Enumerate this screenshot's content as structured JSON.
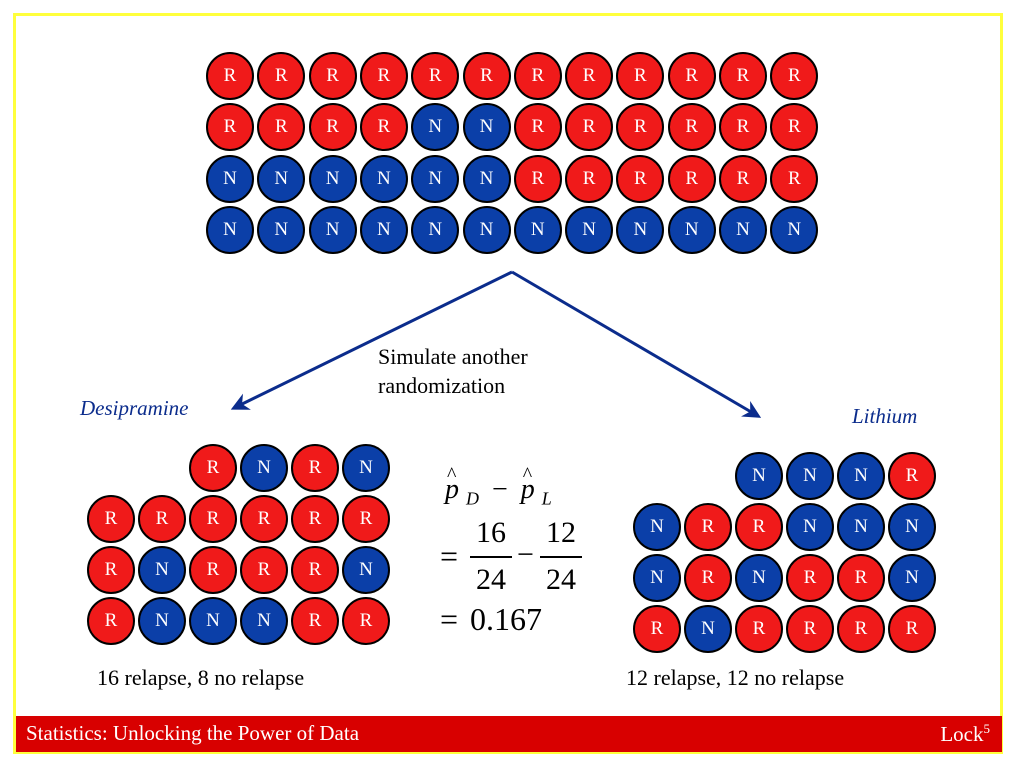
{
  "instruction": "Simulate another randomization",
  "instruction_lines": [
    "Simulate another",
    "randomization"
  ],
  "colors": {
    "relapse": "#f01a1a",
    "no_relapse": "#0b3fa8",
    "arrow": "#0b2c8c",
    "footer": "#d80000",
    "border": "#ffff3c"
  },
  "combined_grid": [
    [
      "R",
      "R",
      "R",
      "R",
      "R",
      "R",
      "R",
      "R",
      "R",
      "R",
      "R",
      "R"
    ],
    [
      "R",
      "R",
      "R",
      "R",
      "N",
      "N",
      "R",
      "R",
      "R",
      "R",
      "R",
      "R"
    ],
    [
      "N",
      "N",
      "N",
      "N",
      "N",
      "N",
      "R",
      "R",
      "R",
      "R",
      "R",
      "R"
    ],
    [
      "N",
      "N",
      "N",
      "N",
      "N",
      "N",
      "N",
      "N",
      "N",
      "N",
      "N",
      "N"
    ]
  ],
  "desipramine": {
    "title": "Desipramine",
    "grid": [
      [
        "",
        "",
        "R",
        "N",
        "R",
        "N"
      ],
      [
        "R",
        "R",
        "R",
        "R",
        "R",
        "R"
      ],
      [
        "R",
        "N",
        "R",
        "R",
        "R",
        "N"
      ],
      [
        "R",
        "N",
        "N",
        "N",
        "R",
        "R"
      ]
    ],
    "summary": "16 relapse, 8 no relapse"
  },
  "lithium": {
    "title": "Lithium",
    "grid": [
      [
        "",
        "",
        "N",
        "N",
        "N",
        "R"
      ],
      [
        "N",
        "R",
        "R",
        "N",
        "N",
        "N"
      ],
      [
        "N",
        "R",
        "N",
        "R",
        "R",
        "N"
      ],
      [
        "R",
        "N",
        "R",
        "R",
        "R",
        "R"
      ]
    ],
    "summary": "12 relapse, 12 no relapse"
  },
  "formula": {
    "p": "p",
    "sub_d": "D",
    "sub_l": "L",
    "minus": "−",
    "equals": "=",
    "num1": "16",
    "den1": "24",
    "num2": "12",
    "den2": "24",
    "result": "0.167"
  },
  "footer": {
    "title": "Statistics: Unlocking the Power of Data",
    "author": "Lock",
    "author_sup": "5"
  }
}
